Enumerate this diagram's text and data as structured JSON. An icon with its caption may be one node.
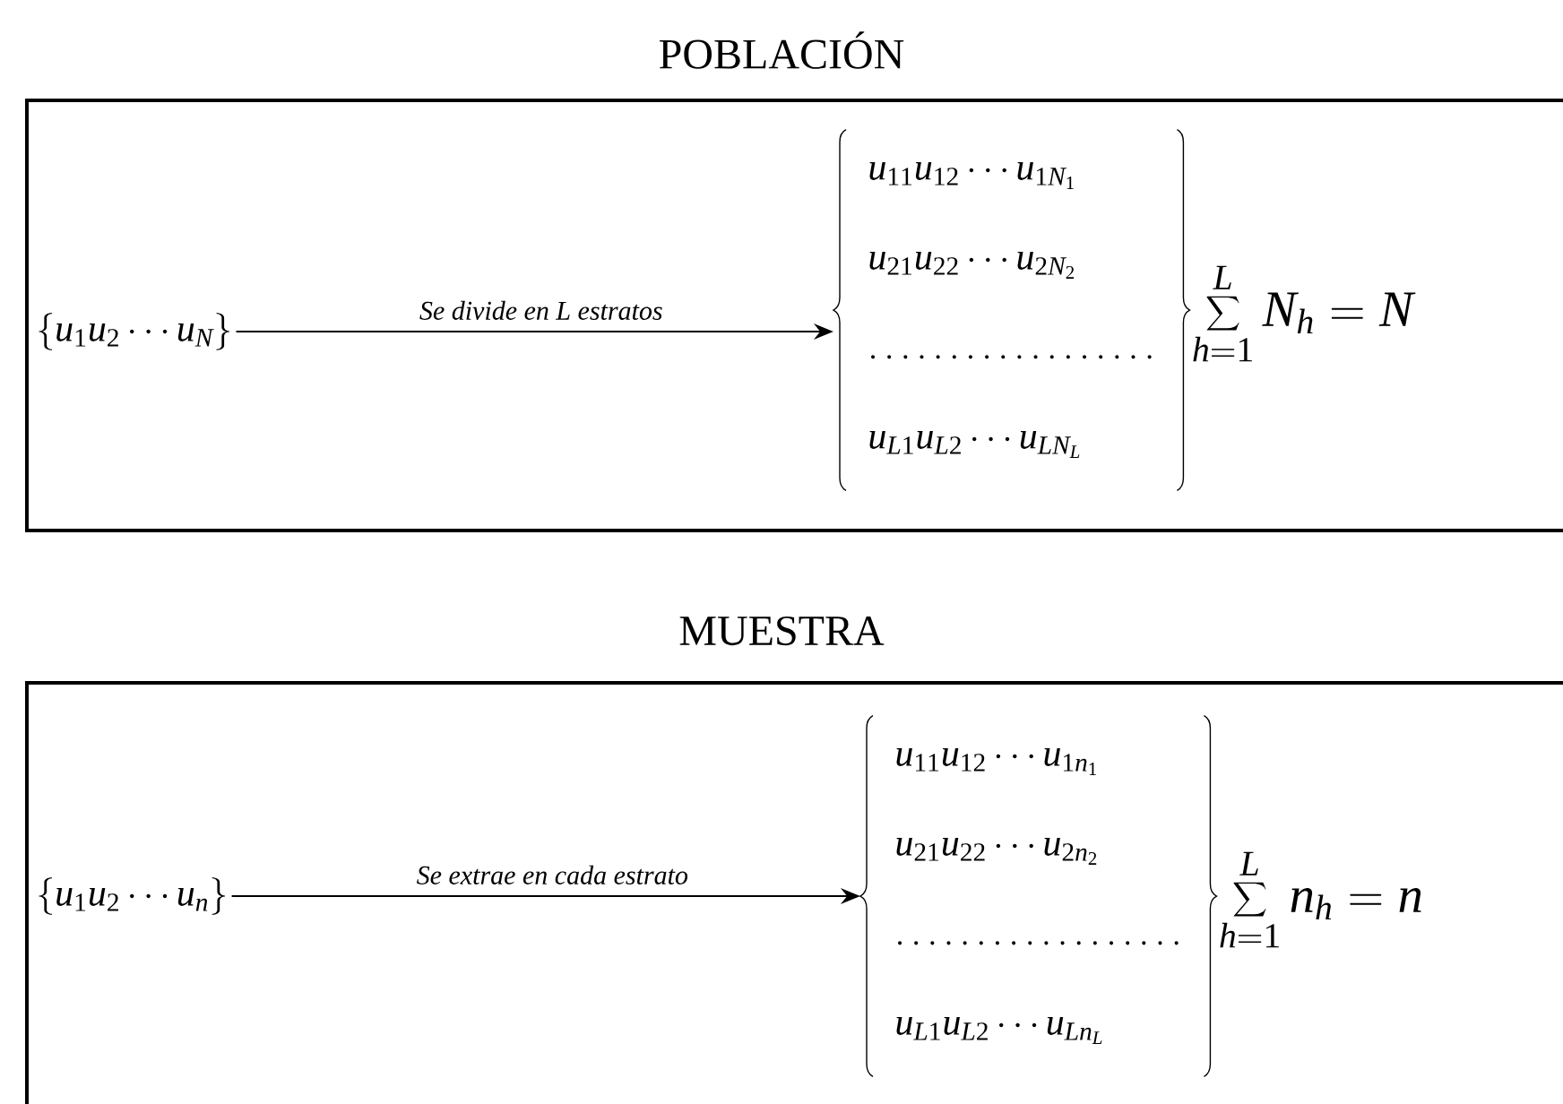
{
  "diagram": {
    "nodes": [
      {
        "text": [
          "POBLACIÓN"
        ]
      },
      {
        "text": [
          "\\{u_1 u_2 \\cdots u_N\\}"
        ],
        "in": 0
      },
      {
        "text": [
          "u_{11}u_{12}\\cdots u_{1N_1}",
          "u_{21}u_{22}\\cdots u_{2N_2}",
          "\\ldots\\ldots\\ldots\\ldots\\ldots\\ldots",
          "u_{L1}u_{L2}\\cdots u_{LN_L}"
        ],
        "beside": [
          "\\sum_{h=1}^{L} N_h = N"
        ],
        "in": 0
      },
      {
        "text": [
          "MUESTRA"
        ]
      },
      {
        "text": [
          "\\{u_1 u_2 \\cdots u_n\\}"
        ],
        "in": 3
      },
      {
        "text": [
          "u_{11}u_{12}\\cdots u_{1n_1}",
          "u_{21}u_{22}\\cdots u_{2n_2}",
          "\\ldots\\ldots\\ldots\\ldots\\ldots\\ldots",
          "u_{L1}u_{L2}\\cdots u_{Ln_L}"
        ],
        "beside": [
          "\\sum_{h=1}^{L} n_h = n"
        ],
        "in": 3
      }
    ],
    "edges": [
      {
        "from": 1,
        "to": 2,
        "arrow": "to",
        "label": "Se divide en L estratos"
      },
      {
        "from": 4,
        "to": 5,
        "arrow": "to",
        "label": "Se extrae en cada estrato"
      }
    ]
  }
}
